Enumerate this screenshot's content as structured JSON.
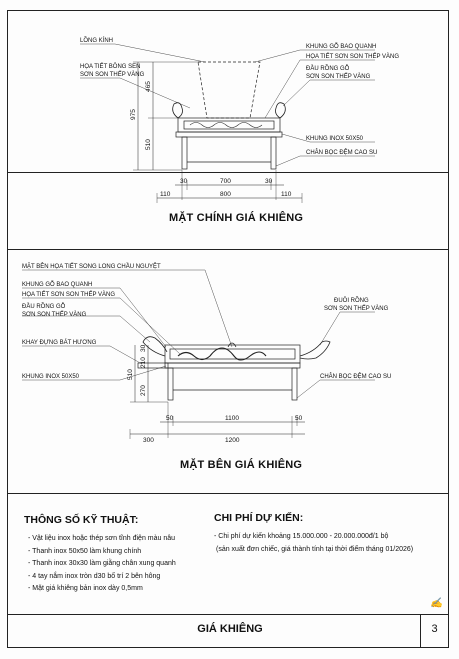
{
  "front_view": {
    "title": "MẶT CHÍNH GIÁ KHIÊNG",
    "labels": {
      "glass_case": "LỒNG KÍNH",
      "lotus_motif_1": "HỌA TIẾT BÔNG SEN",
      "lotus_motif_2": "SƠN SON THẾP VÀNG",
      "frame": "KHUNG GỖ BAO QUANH",
      "motif_gold_1": "HỌA TIẾT SƠN SON THẾP VÀNG",
      "dragon_head_1": "ĐẦU RỒNG GỖ",
      "dragon_head_2": "SƠN SON THẾP VÀNG",
      "inox_frame": "KHUNG INOX 50X50",
      "rubber_feet": "CHÂN BỌC ĐỆM CAO SU"
    },
    "dims": {
      "v_465": "465",
      "v_975": "975",
      "v_510": "510",
      "h_30a": "30",
      "h_700": "700",
      "h_30b": "30",
      "h_110a": "110",
      "h_800": "800",
      "h_110b": "110"
    }
  },
  "side_view": {
    "title": "MẶT BÊN GIÁ KHIÊNG",
    "labels": {
      "side_motif": "MẶT BÊN HỌA TIẾT SONG LONG CHẦU NGUYỆT",
      "frame": "KHUNG GỖ BAO QUANH",
      "motif_gold_1": "HỌA TIẾT SƠN SON THẾP VÀNG",
      "dragon_head_1": "ĐẦU RỒNG GỖ",
      "dragon_head_2": "SƠN SON THẾP VÀNG",
      "incense_tray": "KHAY ĐỰNG BÁT HƯƠNG",
      "inox_frame": "KHUNG INOX 50X50",
      "dragon_tail_1": "ĐUÔI RỒNG",
      "dragon_tail_2": "SƠN SON THẾP VÀNG",
      "rubber_feet": "CHÂN BỌC ĐỆM CAO SU"
    },
    "dims": {
      "v_30": "30",
      "v_210": "210",
      "v_510": "510",
      "v_270": "270",
      "h_50a": "50",
      "h_1100": "1100",
      "h_50b": "50",
      "h_300": "300",
      "h_1200": "1200"
    }
  },
  "specs": {
    "title": "THÔNG SỐ KỸ THUẬT:",
    "items": [
      "- Vật liệu inox hoặc thép sơn tĩnh điện màu nâu",
      "- Thanh inox 50x50 làm khung chính",
      "- Thanh inox 30x30 làm giằng chân xung quanh",
      "- 4 tay nắm inox tròn d30 bố trí 2 bên hông",
      "- Mặt giá khiêng bản inox dày 0,5mm"
    ]
  },
  "cost": {
    "title": "CHI PHÍ DỰ KIẾN:",
    "line1": "- Chi phí dự kiến khoảng 15.000.000 - 20.000.000đ/1 bộ",
    "line2": "(sản xuất đơn chiếc, giá thành tính tại thời điểm tháng 01/2026)"
  },
  "footer": {
    "title": "GIÁ KHIÊNG",
    "page": "3"
  }
}
